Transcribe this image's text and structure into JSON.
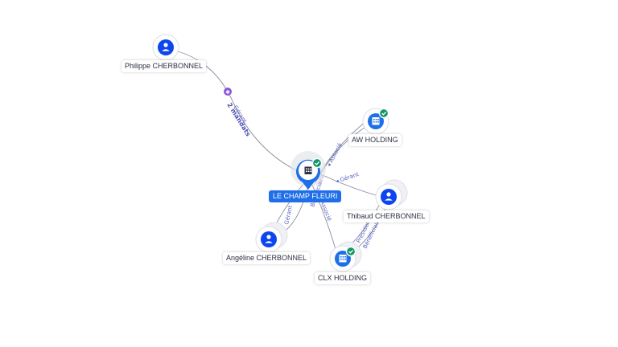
{
  "nodes": {
    "philippe": {
      "label": "Philippe CHERBONNEL",
      "type": "person"
    },
    "main": {
      "label": "LE CHAMP FLEURI",
      "type": "company",
      "verified": true
    },
    "aw_holding": {
      "label": "AW HOLDING",
      "type": "company",
      "verified": true
    },
    "thibaud": {
      "label": "Thibaud CHERBONNEL",
      "type": "person"
    },
    "angeline": {
      "label": "Angéline CHERBONNEL",
      "type": "person"
    },
    "clx_holding": {
      "label": "CLX HOLDING",
      "type": "company",
      "verified": true
    }
  },
  "edges": {
    "philippe_main_role": "Gérant",
    "philippe_main_count": "2 mandats",
    "thibaud_main_role": "◂ Gérant",
    "aw_main_role": "◂ Associé",
    "main_aw_role": "Bénéficiaire",
    "angeline_main_role": "Gérant",
    "clx_main_role": "Associé",
    "thibaud_clx_role_1": "Président",
    "thibaud_clx_role_2": "Bénéficiaire"
  },
  "colors": {
    "primary": "#1f6fe8",
    "person_node": "#0d45f0",
    "verified": "#12956a",
    "edge_label": "#5a5fc2",
    "mandate_marker": "#8a55d9"
  },
  "icons": {
    "person": "user-icon",
    "company": "building-icon",
    "verified": "check-badge-icon"
  }
}
